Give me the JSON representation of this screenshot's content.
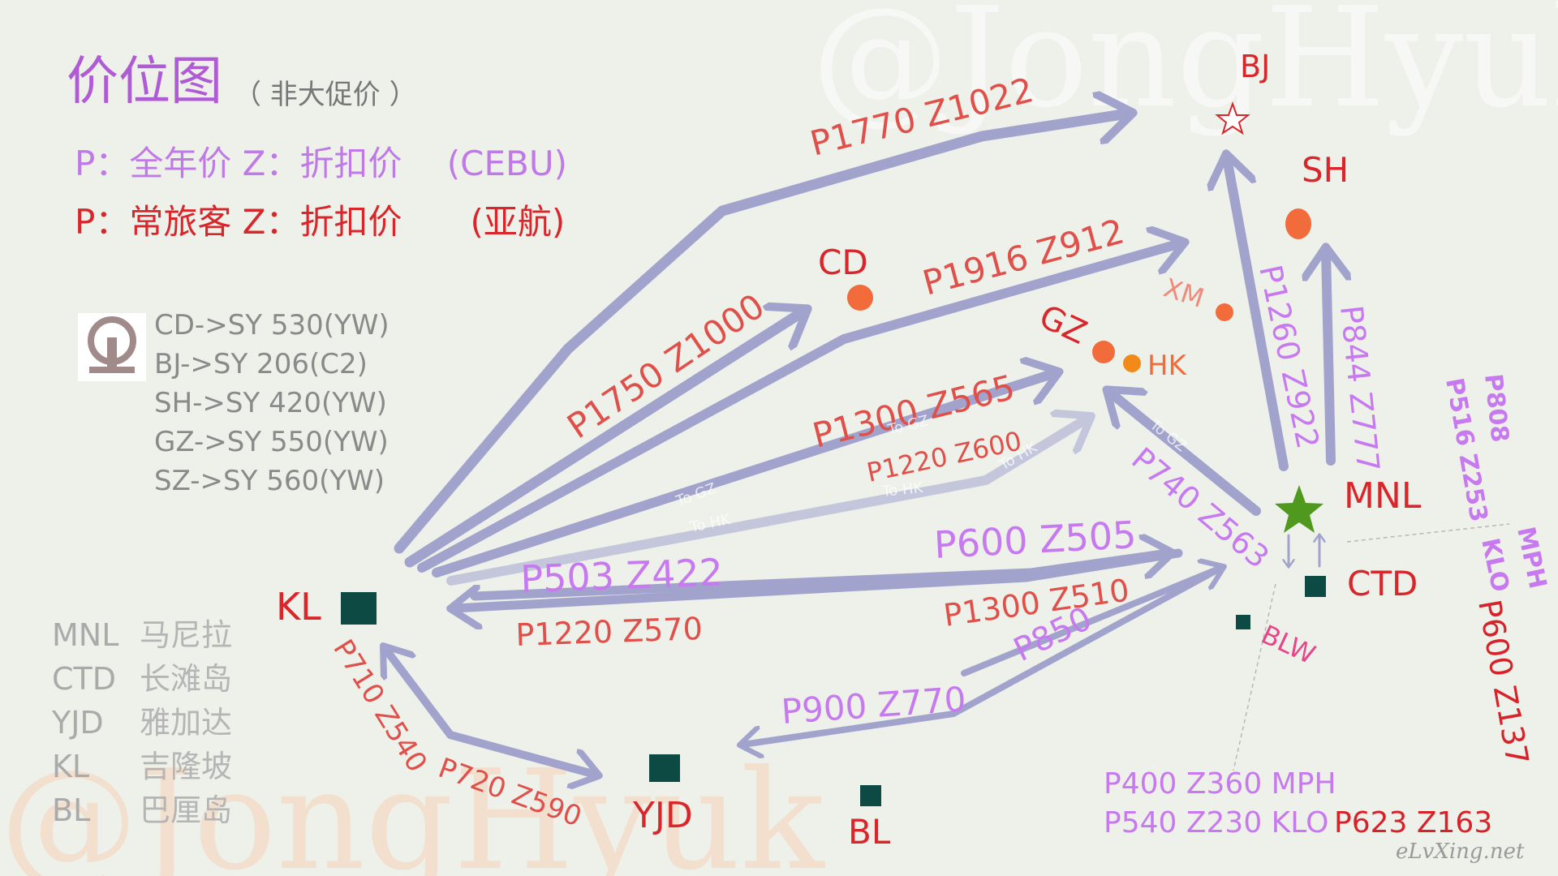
{
  "watermarks": {
    "top": "@JongHyuk",
    "bottom": "@JongHyuk",
    "site": "eLvXing.net"
  },
  "title": {
    "main": "价位图",
    "sub": "（ 非大促价 ）"
  },
  "legend": {
    "cebu": "P：全年价 Z：折扣价　 (CEBU)",
    "airasia": "P：常旅客 Z：折扣价　　(亚航)"
  },
  "train": {
    "icon": "railway-logo-icon",
    "lines": [
      "CD->SY 530(YW)",
      "BJ->SY 206(C2)",
      "SH->SY 420(YW)",
      "GZ->SY 550(YW)",
      "SZ->SY 560(YW)"
    ]
  },
  "abbreviations": [
    {
      "code": "MNL",
      "name": "马尼拉"
    },
    {
      "code": "CTD",
      "name": "长滩岛"
    },
    {
      "code": "YJD",
      "name": "雅加达"
    },
    {
      "code": "KL",
      "name": "吉隆坡"
    },
    {
      "code": "BL",
      "name": "巴厘岛"
    }
  ],
  "cities": {
    "bj": "BJ",
    "sh": "SH",
    "cd": "CD",
    "xm": "XM",
    "gz": "GZ",
    "hk": "HK",
    "mnl": "MNL",
    "ctd": "CTD",
    "kl": "KL",
    "yjd": "YJD",
    "bl": "BL",
    "blw": "BLW"
  },
  "routes": {
    "kl_bj": "P1770 Z1022",
    "kl_sh": "P1916 Z912",
    "kl_cd": "P1750 Z1000",
    "kl_gz": "P1300 Z565",
    "kl_hk": "P1220 Z600",
    "mnl_kl": "P503 Z422",
    "kl_mnl": "P600 Z505",
    "mnl_kl_2": "P1220 Z570",
    "yjd_mnl": "P1300 Z510",
    "yjd_mnl_2": "P850",
    "mnl_yjd": "P900 Z770",
    "kl_yjd": "P710 Z540",
    "yjd_kl": "P720 Z590",
    "mnl_bj": "P1260 Z922",
    "mnl_sh": "P844 Z777",
    "mnl_gz": "P740 Z563",
    "mph_1": "P808",
    "mph_2": "P516 Z253",
    "mph_3": "MPH",
    "klo_1": "KLO",
    "klo_2": "P600 Z137",
    "bottom_1": "P400 Z360 MPH",
    "bottom_2a": "P540 Z230 KLO",
    "bottom_2b": "P623 Z163"
  },
  "small_labels": {
    "to_gz_1": "To GZ",
    "to_hk_1": "To HK",
    "to_gz_2": "To GZ",
    "to_hk_2": "To HK",
    "to_hk_3": "To HK",
    "to_gz_3": "To GZ"
  },
  "colors": {
    "background": "#eef0ea",
    "arrow": "#a1a3cc",
    "arrow_light": "#c4c7dc",
    "city_red": "#d9262b",
    "price_red": "#e0504a",
    "price_purple": "#c77af0",
    "title_purple": "#b05bd6",
    "dot_orange": "#f26b3a",
    "square": "#0d4a44",
    "star": "#4f9a1e"
  }
}
